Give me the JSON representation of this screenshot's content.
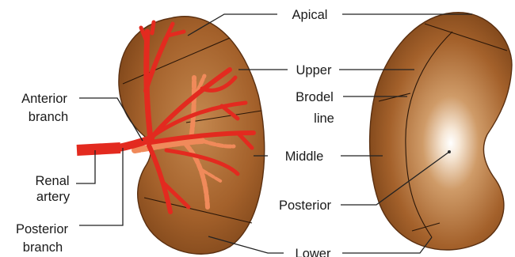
{
  "labels": {
    "apical": "Apical",
    "upper": "Upper",
    "brodel_1": "Brodel",
    "brodel_2": "line",
    "middle": "Middle",
    "posterior": "Posterior",
    "lower": "Lower",
    "anterior_1": "Anterior",
    "anterior_2": "branch",
    "renal_1": "Renal",
    "renal_2": "artery",
    "posterior_branch_1": "Posterior",
    "posterior_branch_2": "branch"
  },
  "colors": {
    "kidney_dark": "#7a4318",
    "kidney_mid": "#a86730",
    "kidney_light": "#f6e7d6",
    "anterior_artery": "#e32a1f",
    "posterior_artery": "#f08a5a",
    "segment_line": "#2a1608"
  }
}
